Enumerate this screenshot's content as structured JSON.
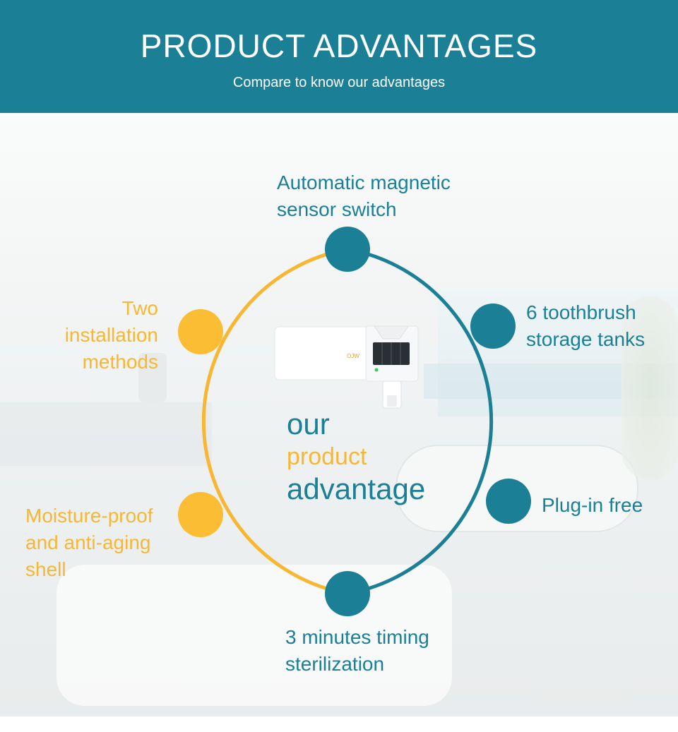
{
  "header": {
    "title": "PRODUCT ADVANTAGES",
    "subtitle": "Compare to know our advantages"
  },
  "center": {
    "line1": "our",
    "line2": "product",
    "line3": "advantage"
  },
  "product": {
    "brand": "OJW"
  },
  "features": {
    "top": {
      "line1": "Automatic magnetic",
      "line2": "sensor switch"
    },
    "upper_right": {
      "line1": "6 toothbrush",
      "line2": "storage tanks"
    },
    "lower_right": {
      "line1": "Plug-in free"
    },
    "bottom": {
      "line1": "3 minutes timing",
      "line2": "sterilization"
    },
    "lower_left": {
      "line1": "Moisture-proof",
      "line2": "and anti-aging",
      "line3": "shell"
    },
    "upper_left": {
      "line1": "Two",
      "line2": "installation",
      "line3": "methods"
    }
  },
  "colors": {
    "header_bg": "#1b7f96",
    "teal": "#1b7f96",
    "gold": "#f7b733"
  }
}
